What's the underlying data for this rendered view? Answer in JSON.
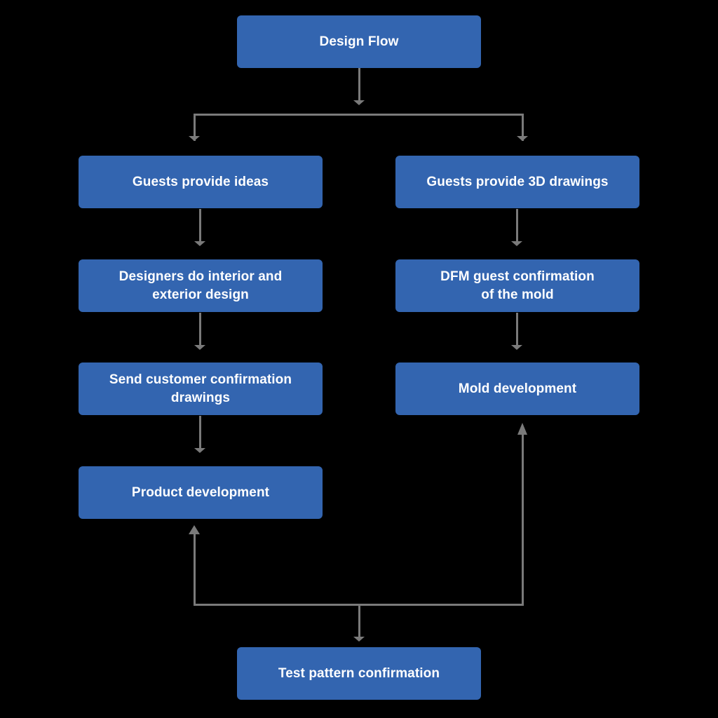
{
  "diagram": {
    "title": "Design Flow",
    "background_color": "#000000",
    "node_color": "#3365B0",
    "node_text_color": "#FFFFFF",
    "connector_color": "#7A7A7A",
    "nodes": [
      {
        "id": "design-flow",
        "label": "Design Flow"
      },
      {
        "id": "guests-ideas",
        "label": "Guests provide ideas"
      },
      {
        "id": "guests-3d",
        "label": "Guests provide 3D drawings"
      },
      {
        "id": "designers-design",
        "label": "Designers do interior and\nexterior design"
      },
      {
        "id": "dfm-confirmation",
        "label": "DFM guest confirmation\nof the mold"
      },
      {
        "id": "send-drawings",
        "label": "Send customer confirmation\ndrawings"
      },
      {
        "id": "mold-development",
        "label": "Mold development"
      },
      {
        "id": "product-development",
        "label": "Product development"
      },
      {
        "id": "test-pattern",
        "label": "Test pattern confirmation"
      }
    ],
    "edges": [
      {
        "from": "design-flow",
        "to": "guests-ideas"
      },
      {
        "from": "design-flow",
        "to": "guests-3d"
      },
      {
        "from": "guests-ideas",
        "to": "designers-design"
      },
      {
        "from": "designers-design",
        "to": "send-drawings"
      },
      {
        "from": "send-drawings",
        "to": "product-development"
      },
      {
        "from": "guests-3d",
        "to": "dfm-confirmation"
      },
      {
        "from": "dfm-confirmation",
        "to": "mold-development"
      },
      {
        "from": "test-pattern",
        "to": "product-development"
      },
      {
        "from": "test-pattern",
        "to": "mold-development"
      }
    ]
  }
}
